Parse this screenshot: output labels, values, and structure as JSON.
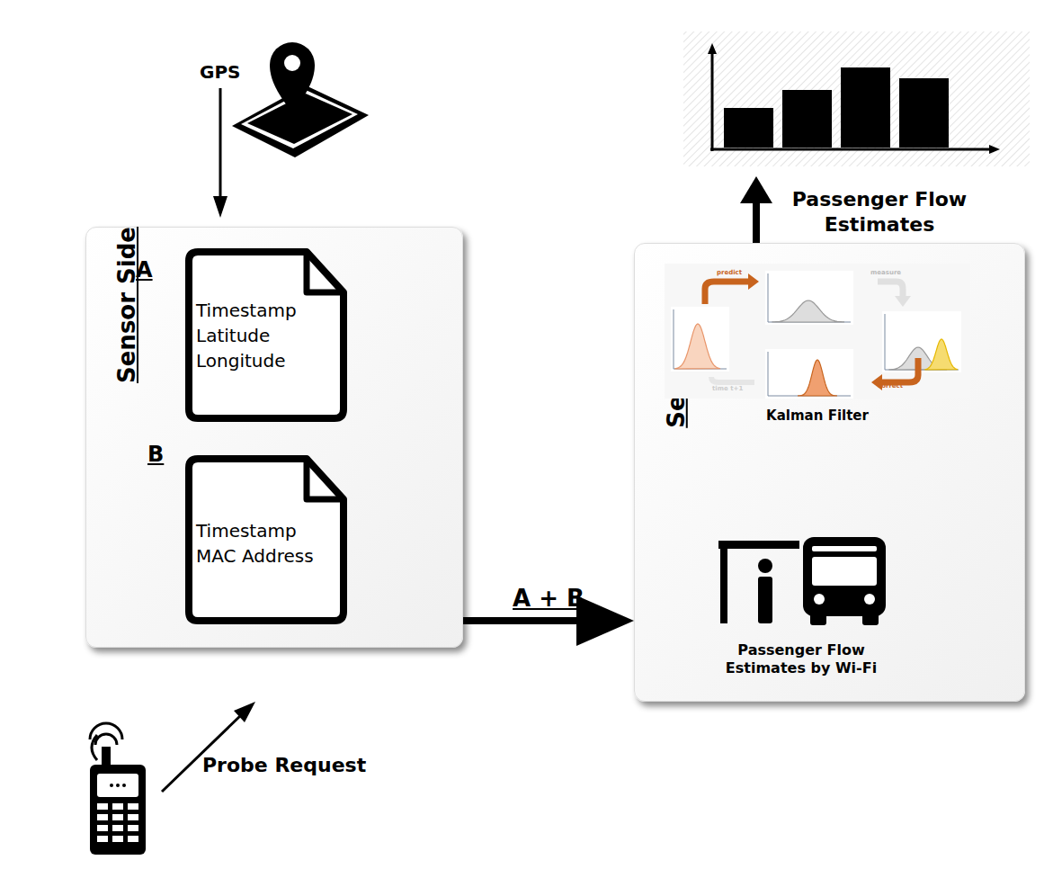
{
  "diagram": {
    "nodes": [
      {
        "text": [
          "Sensor Side"
        ]
      },
      {
        "text": [
          "A",
          "Timestamp Latitude Longitude"
        ],
        "in": 0
      },
      {
        "text": [
          "B",
          "Timestamp MAC Address"
        ],
        "in": 0
      },
      {
        "text": [
          "Server Side"
        ]
      },
      {
        "text": [
          "Kalman Filter"
        ],
        "in": 3
      },
      {
        "text": [
          "Passenger Flow Estimates by Wi-Fi"
        ],
        "in": 3
      }
    ],
    "edges": [
      {
        "from": 0,
        "to": 3,
        "label": "A + B",
        "arrow": "to"
      }
    ],
    "labels": [
      "GPS",
      "Probe Request",
      "Passenger Flow Estimates",
      "predict",
      "measure",
      "correct",
      "time t+1"
    ]
  }
}
